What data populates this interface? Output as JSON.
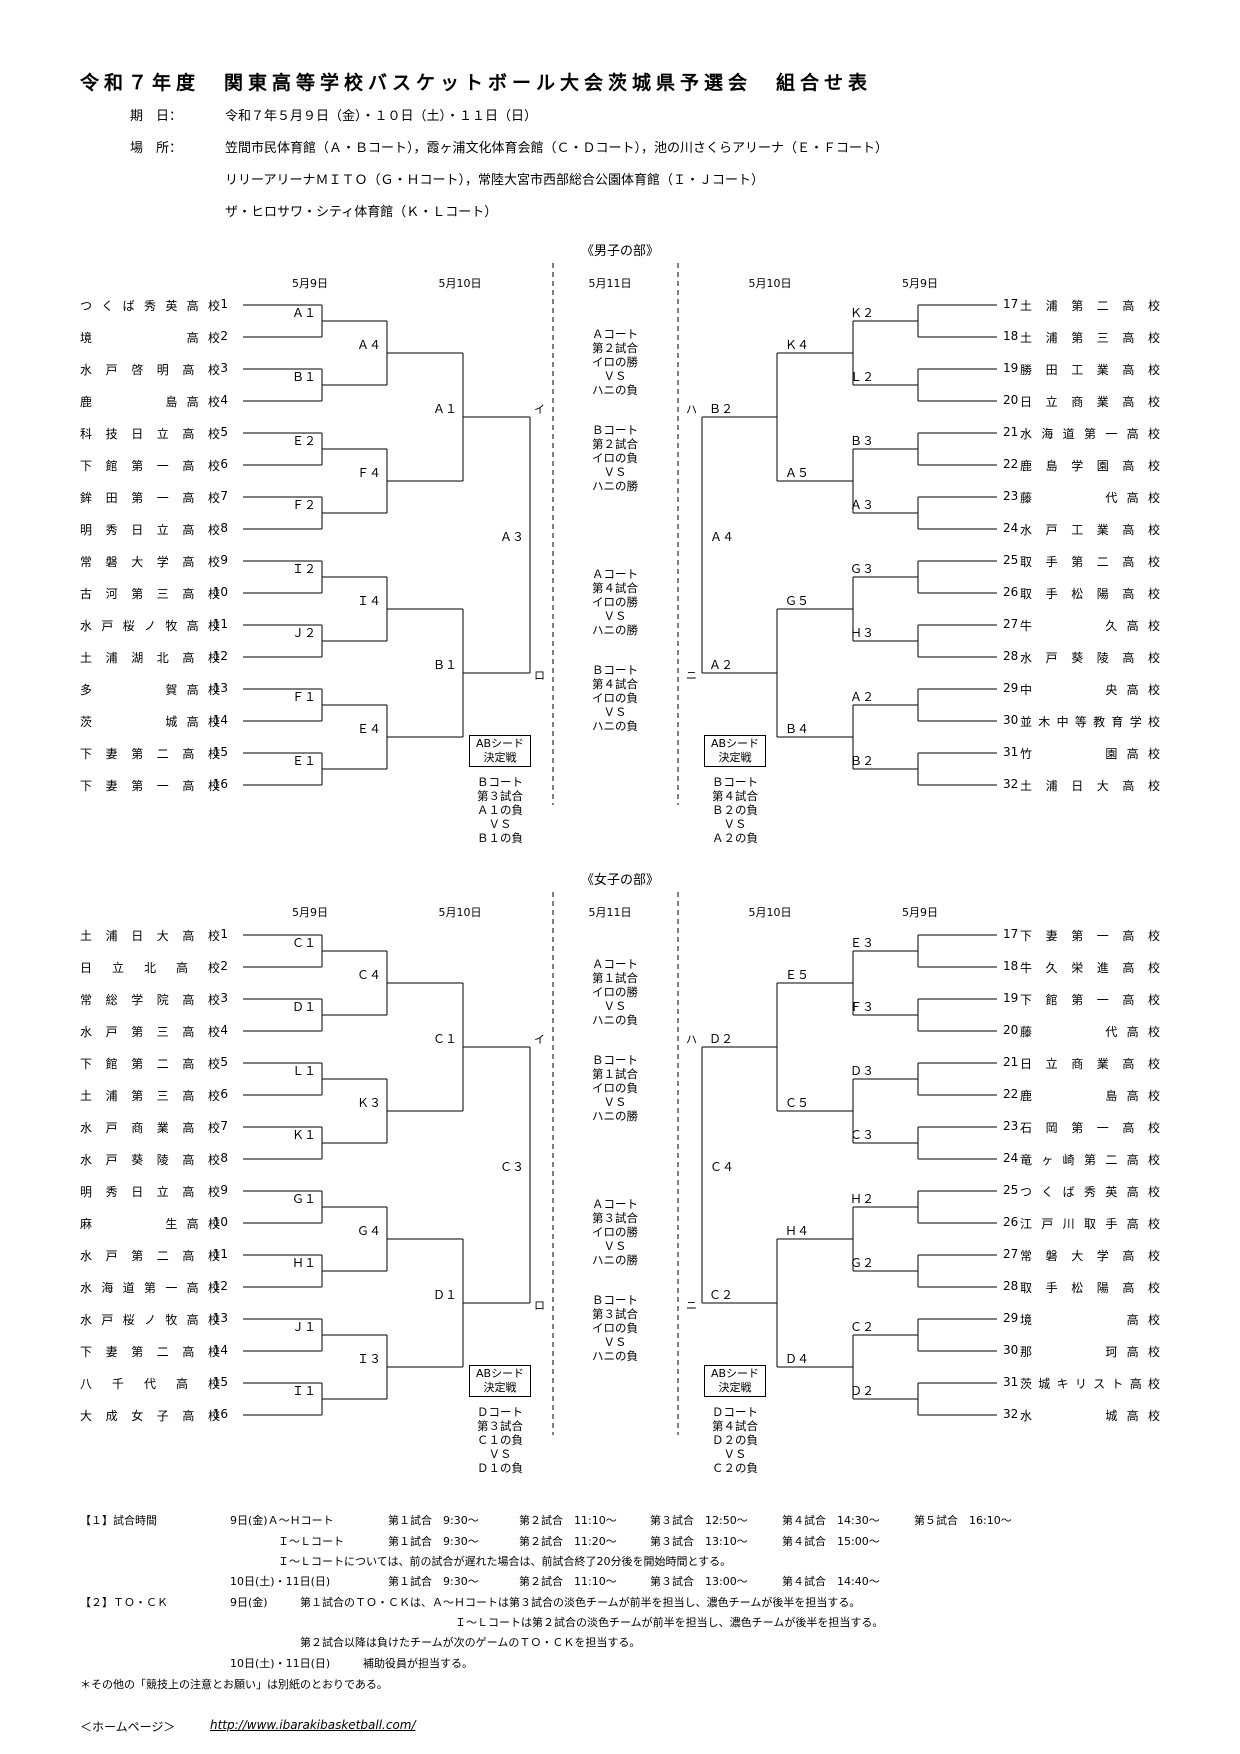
{
  "title": "令和７年度　関東高等学校バスケットボール大会茨城県予選会　組合せ表",
  "info": {
    "date_label": "期　日：",
    "date_value": "令和７年５月９日（金）・１０日（土）・１１日（日）",
    "place_label": "場　所：",
    "place_lines": [
      "笠間市民体育館（Ａ・Ｂコート），霞ヶ浦文化体育会館（Ｃ・Ｄコート），池の川さくらアリーナ（Ｅ・Ｆコート）",
      "リリーアリーナＭＩＴＯ（Ｇ・Ｈコート），常陸大宮市西部総合公園体育館（Ｉ・Ｊコート）",
      "ザ・ヒロサワ・シティ体育館（Ｋ・Ｌコート）"
    ]
  },
  "dates": [
    "5月9日",
    "5月10日",
    "5月11日",
    "5月10日",
    "5月9日"
  ],
  "sections": [
    {
      "title": "《男子の部》",
      "left_teams": [
        {
          "num": "1",
          "name": "つくば秀英高校"
        },
        {
          "num": "2",
          "name": "境　　　　高校"
        },
        {
          "num": "3",
          "name": "水戸啓明高校"
        },
        {
          "num": "4",
          "name": "鹿　　　島高校"
        },
        {
          "num": "5",
          "name": "科技日立高校"
        },
        {
          "num": "6",
          "name": "下館第一高校"
        },
        {
          "num": "7",
          "name": "鉾田第一高校"
        },
        {
          "num": "8",
          "name": "明秀日立高校"
        },
        {
          "num": "9",
          "name": "常磐大学高校"
        },
        {
          "num": "10",
          "name": "古河第三高校"
        },
        {
          "num": "11",
          "name": "水戸桜ノ牧高校"
        },
        {
          "num": "12",
          "name": "土浦湖北高校"
        },
        {
          "num": "13",
          "name": "多　　　賀高校"
        },
        {
          "num": "14",
          "name": "茨　　　城高校"
        },
        {
          "num": "15",
          "name": "下妻第二高校"
        },
        {
          "num": "16",
          "name": "下妻第一高校"
        }
      ],
      "right_teams": [
        {
          "num": "17",
          "name": "土浦第二高校"
        },
        {
          "num": "18",
          "name": "土浦第三高校"
        },
        {
          "num": "19",
          "name": "勝田工業高校"
        },
        {
          "num": "20",
          "name": "日立商業高校"
        },
        {
          "num": "21",
          "name": "水海道第一高校"
        },
        {
          "num": "22",
          "name": "鹿島学園高校"
        },
        {
          "num": "23",
          "name": "藤　　　代高校"
        },
        {
          "num": "24",
          "name": "水戸工業高校"
        },
        {
          "num": "25",
          "name": "取手第二高校"
        },
        {
          "num": "26",
          "name": "取手松陽高校"
        },
        {
          "num": "27",
          "name": "牛　　　久高校"
        },
        {
          "num": "28",
          "name": "水戸葵陵高校"
        },
        {
          "num": "29",
          "name": "中　　　央高校"
        },
        {
          "num": "30",
          "name": "並木中等教育学校"
        },
        {
          "num": "31",
          "name": "竹　　　園高校"
        },
        {
          "num": "32",
          "name": "土浦日大高校"
        }
      ],
      "left_r1": [
        "Ａ１",
        "Ｂ１",
        "Ｅ２",
        "Ｆ２",
        "Ｉ２",
        "Ｊ２",
        "Ｆ１",
        "Ｅ１"
      ],
      "left_r2": [
        "Ａ４",
        "Ｆ４",
        "Ｉ４",
        "Ｅ４"
      ],
      "left_r3": [
        "Ａ１",
        "Ｂ１"
      ],
      "left_r4": "Ａ３",
      "right_r1": [
        "Ｋ２",
        "Ｌ２",
        "Ｂ３",
        "Ａ３",
        "Ｇ３",
        "Ｈ３",
        "Ａ２",
        "Ｂ２"
      ],
      "right_r2": [
        "Ｋ４",
        "Ａ５",
        "Ｇ５",
        "Ｂ４"
      ],
      "right_r3": [
        "Ｂ２",
        "Ａ２"
      ],
      "right_r4": "Ａ４",
      "marks": {
        "i": "イ",
        "ro": "ロ",
        "ha": "ハ",
        "ni": "ニ"
      },
      "center_blocks": [
        [
          "Ａコート",
          "第２試合",
          "イロの勝",
          "ＶＳ",
          "ハニの負"
        ],
        [
          "Ｂコート",
          "第２試合",
          "イロの負",
          "ＶＳ",
          "ハニの勝"
        ],
        [
          "Ａコート",
          "第４試合",
          "イロの勝",
          "ＶＳ",
          "ハニの勝"
        ],
        [
          "Ｂコート",
          "第４試合",
          "イロの負",
          "ＶＳ",
          "ハニの負"
        ]
      ],
      "seed_box": [
        "ABシード",
        "決定戦"
      ],
      "seed_left": [
        "Ｂコート",
        "第３試合",
        "Ａ１の負",
        "ＶＳ",
        "Ｂ１の負"
      ],
      "seed_right": [
        "Ｂコート",
        "第４試合",
        "Ｂ２の負",
        "ＶＳ",
        "Ａ２の負"
      ]
    },
    {
      "title": "《女子の部》",
      "left_teams": [
        {
          "num": "1",
          "name": "土浦日大高校"
        },
        {
          "num": "2",
          "name": "日立北高校"
        },
        {
          "num": "3",
          "name": "常総学院高校"
        },
        {
          "num": "4",
          "name": "水戸第三高校"
        },
        {
          "num": "5",
          "name": "下館第二高校"
        },
        {
          "num": "6",
          "name": "土浦第三高校"
        },
        {
          "num": "7",
          "name": "水戸商業高校"
        },
        {
          "num": "8",
          "name": "水戸葵陵高校"
        },
        {
          "num": "9",
          "name": "明秀日立高校"
        },
        {
          "num": "10",
          "name": "麻　　　生高校"
        },
        {
          "num": "11",
          "name": "水戸第二高校"
        },
        {
          "num": "12",
          "name": "水海道第一高校"
        },
        {
          "num": "13",
          "name": "水戸桜ノ牧高校"
        },
        {
          "num": "14",
          "name": "下妻第二高校"
        },
        {
          "num": "15",
          "name": "八千代高校"
        },
        {
          "num": "16",
          "name": "大成女子高校"
        }
      ],
      "right_teams": [
        {
          "num": "17",
          "name": "下妻第一高校"
        },
        {
          "num": "18",
          "name": "牛久栄進高校"
        },
        {
          "num": "19",
          "name": "下館第一高校"
        },
        {
          "num": "20",
          "name": "藤　　　代高校"
        },
        {
          "num": "21",
          "name": "日立商業高校"
        },
        {
          "num": "22",
          "name": "鹿　　　島高校"
        },
        {
          "num": "23",
          "name": "石岡第一高校"
        },
        {
          "num": "24",
          "name": "竜ヶ崎第二高校"
        },
        {
          "num": "25",
          "name": "つくば秀英高校"
        },
        {
          "num": "26",
          "name": "江戸川取手高校"
        },
        {
          "num": "27",
          "name": "常磐大学高校"
        },
        {
          "num": "28",
          "name": "取手松陽高校"
        },
        {
          "num": "29",
          "name": "境　　　　高校"
        },
        {
          "num": "30",
          "name": "那　　　珂高校"
        },
        {
          "num": "31",
          "name": "茨城キリスト高校"
        },
        {
          "num": "32",
          "name": "水　　　城高校"
        }
      ],
      "left_r1": [
        "Ｃ１",
        "Ｄ１",
        "Ｌ１",
        "Ｋ１",
        "Ｇ１",
        "Ｈ１",
        "Ｊ１",
        "Ｉ１"
      ],
      "left_r2": [
        "Ｃ４",
        "Ｋ３",
        "Ｇ４",
        "Ｉ３"
      ],
      "left_r3": [
        "Ｃ１",
        "Ｄ１"
      ],
      "left_r4": "Ｃ３",
      "right_r1": [
        "Ｅ３",
        "Ｆ３",
        "Ｄ３",
        "Ｃ３",
        "Ｈ２",
        "Ｇ２",
        "Ｃ２",
        "Ｄ２"
      ],
      "right_r2": [
        "Ｅ５",
        "Ｃ５",
        "Ｈ４",
        "Ｄ４"
      ],
      "right_r3": [
        "Ｄ２",
        "Ｃ２"
      ],
      "right_r4": "Ｃ４",
      "marks": {
        "i": "イ",
        "ro": "ロ",
        "ha": "ハ",
        "ni": "ニ"
      },
      "center_blocks": [
        [
          "Ａコート",
          "第１試合",
          "イロの勝",
          "ＶＳ",
          "ハニの負"
        ],
        [
          "Ｂコート",
          "第１試合",
          "イロの負",
          "ＶＳ",
          "ハニの勝"
        ],
        [
          "Ａコート",
          "第３試合",
          "イロの勝",
          "ＶＳ",
          "ハニの勝"
        ],
        [
          "Ｂコート",
          "第３試合",
          "イロの負",
          "ＶＳ",
          "ハニの負"
        ]
      ],
      "seed_box": [
        "ABシード",
        "決定戦"
      ],
      "seed_left": [
        "Ｄコート",
        "第３試合",
        "Ｃ１の負",
        "ＶＳ",
        "Ｄ１の負"
      ],
      "seed_right": [
        "Ｄコート",
        "第４試合",
        "Ｄ２の負",
        "ＶＳ",
        "Ｃ２の負"
      ]
    }
  ],
  "notes": {
    "n1_label": "【１】試合時間",
    "n1_rows": [
      {
        "a": "9日(金)Ａ～Ｈコート",
        "b": "第１試合　9:30～",
        "c": "第２試合　11:10～",
        "d": "第３試合　12:50～",
        "e": "第４試合　14:30～",
        "f": "第５試合　16:10～"
      },
      {
        "a": "Ｉ～Ｌコート",
        "b": "第１試合　9:30～",
        "c": "第２試合　11:20～",
        "d": "第３試合　13:10～",
        "e": "第４試合　15:00～",
        "f": ""
      }
    ],
    "n1_extra": "Ｉ～Ｌコートについては、前の試合が遅れた場合は、前試合終了20分後を開始時間とする。",
    "n1_row3": {
      "a": "10日(土)・11日(日)",
      "b": "第１試合　9:30～",
      "c": "第２試合　11:10～",
      "d": "第３試合　13:00～",
      "e": "第４試合　14:40～"
    },
    "n2_label": "【２】ＴＯ・ＣＫ",
    "n2_day": "9日(金)",
    "n2_l1": "第１試合のＴＯ・ＣＫは、Ａ～Ｈコートは第３試合の淡色チームが前半を担当し、濃色チームが後半を担当する。",
    "n2_l2": "Ｉ～Ｌコートは第２試合の淡色チームが前半を担当し、濃色チームが後半を担当する。",
    "n2_l3": "第２試合以降は負けたチームが次のゲームのＴＯ・ＣＫを担当する。",
    "n2_l4a": "10日(土)・11日(日)",
    "n2_l4b": "補助役員が担当する。",
    "other": "＊その他の「競技上の注意とお願い」は別紙のとおりである。",
    "homepage_label": "＜ホームページ＞",
    "homepage_url": "http://www.ibarakibasketball.com/"
  }
}
